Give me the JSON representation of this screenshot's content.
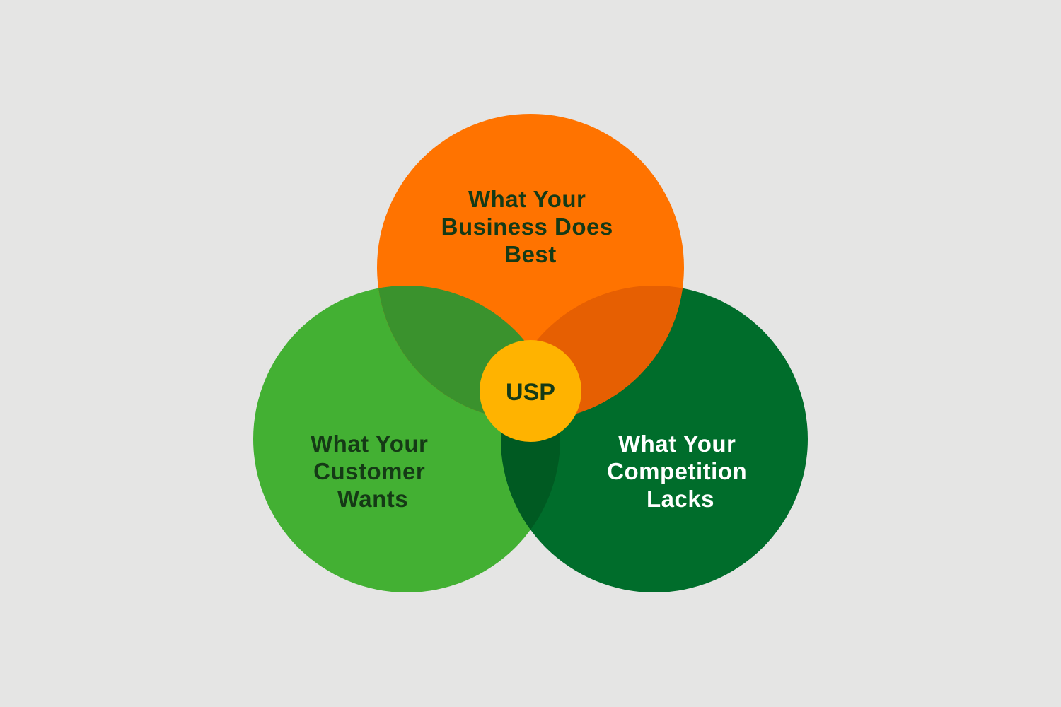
{
  "colors": {
    "background": "#e5e5e4",
    "business": "#ff7300",
    "customer": "#43b033",
    "competition": "#006d2b",
    "business_customer_overlap": "#3a922d",
    "business_competition_overlap": "#e65f02",
    "customer_competition_overlap": "#005a22",
    "usp": "#ffb300",
    "dark_text": "#153a16",
    "light_text": "#ffffff"
  },
  "circles": {
    "business": {
      "lines": [
        "What Your",
        "Business Does",
        "Best"
      ]
    },
    "customer": {
      "lines": [
        "What Your",
        "Customer",
        "Wants"
      ]
    },
    "competition": {
      "lines": [
        "What Your",
        "Competition",
        "Lacks"
      ]
    }
  },
  "usp": {
    "label": "USP"
  }
}
